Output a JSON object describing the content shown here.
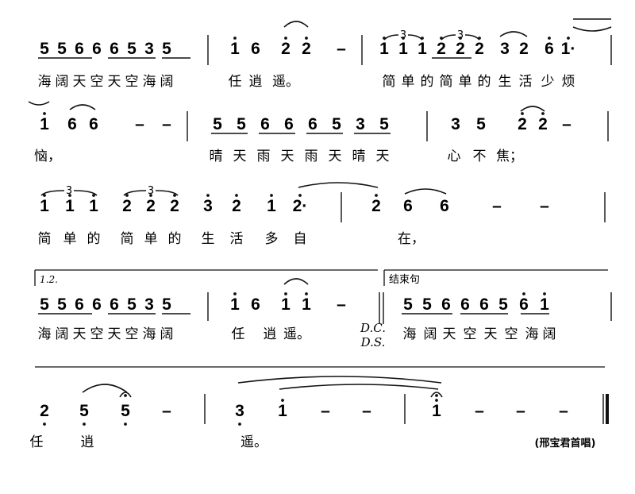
{
  "credit": "(邢宝君首唱)",
  "volta_label": "1.2.",
  "ending_label": "结束句",
  "dc_mark": "D.C.",
  "ds_mark": "D.S.",
  "triplet_mark": "3",
  "rows": [
    {
      "notes": [
        "5",
        "5",
        "6",
        "6",
        "6",
        "5",
        "3",
        "5",
        "1",
        "6",
        "2",
        "2",
        "–",
        "1",
        "1",
        "1",
        "2",
        "2",
        "2",
        "3",
        "2",
        "6",
        "1·"
      ],
      "lyrics": [
        "海",
        "阔",
        "天",
        "空",
        "天",
        "空",
        "海",
        "阔",
        "任",
        "逍",
        "遥。",
        "简",
        "单",
        "的",
        "简",
        "单",
        "的",
        "生",
        "活",
        "少",
        "烦"
      ]
    },
    {
      "notes": [
        "1",
        "6",
        "6",
        "–",
        "–",
        "5",
        "5",
        "6",
        "6",
        "6",
        "5",
        "3",
        "5",
        "3",
        "5",
        "2",
        "2",
        "–"
      ],
      "lyrics": [
        "恼，",
        "晴",
        "天",
        "雨",
        "天",
        "雨",
        "天",
        "晴",
        "天",
        "心",
        "不",
        "焦；"
      ]
    },
    {
      "notes": [
        "1",
        "1",
        "1",
        "2",
        "2",
        "2",
        "3",
        "2",
        "1",
        "2·",
        "2",
        "6",
        "6",
        "–",
        "–"
      ],
      "lyrics": [
        "简",
        "单",
        "的",
        "简",
        "单",
        "的",
        "生",
        "活",
        "多",
        "自",
        "在，"
      ]
    },
    {
      "notes": [
        "5",
        "5",
        "6",
        "6",
        "6",
        "5",
        "3",
        "5",
        "1",
        "6",
        "1",
        "1",
        "–",
        "5",
        "5",
        "6",
        "6",
        "6",
        "5",
        "6",
        "1"
      ],
      "lyrics": [
        "海",
        "阔",
        "天",
        "空",
        "天",
        "空",
        "海",
        "阔",
        "任",
        "逍",
        "遥。",
        "海",
        "阔",
        "天",
        "空",
        "天",
        "空",
        "海",
        "阔"
      ]
    },
    {
      "notes": [
        "2",
        "5",
        "5",
        "–",
        "3",
        "1",
        "–",
        "–",
        "1",
        "–",
        "–",
        "–"
      ],
      "lyrics": [
        "任",
        "逍",
        "遥。"
      ]
    }
  ]
}
